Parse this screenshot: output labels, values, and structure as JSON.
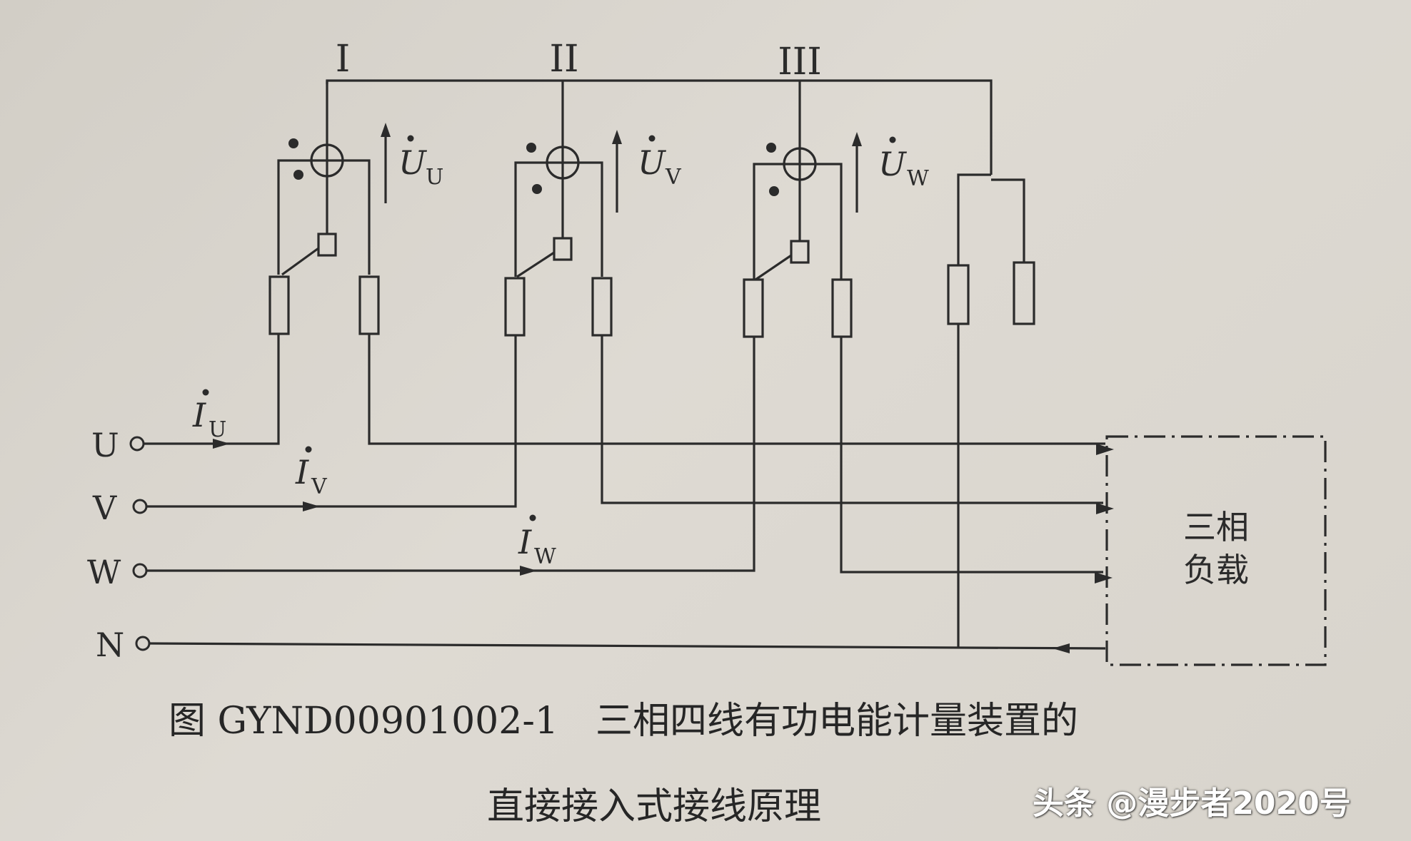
{
  "diagram": {
    "meter_elements": [
      {
        "roman": "I",
        "voltage_symbol": "U",
        "voltage_sub": "U"
      },
      {
        "roman": "II",
        "voltage_symbol": "U",
        "voltage_sub": "V"
      },
      {
        "roman": "III",
        "voltage_symbol": "U",
        "voltage_sub": "W"
      }
    ],
    "terminals": [
      "U",
      "V",
      "W",
      "N"
    ],
    "currents": [
      {
        "symbol": "I",
        "sub": "U"
      },
      {
        "symbol": "I",
        "sub": "V"
      },
      {
        "symbol": "I",
        "sub": "W"
      }
    ],
    "load_box": {
      "line1": "三相",
      "line2": "负载"
    }
  },
  "caption": {
    "line1": "图 GYND00901002-1　三相四线有功电能计量装置的",
    "line2": "直接接入式接线原理"
  },
  "watermark": "头条 @漫步者2020号",
  "colors": {
    "ink": "#2b2b2b",
    "paper": "#d9d5ce",
    "watermark": "#ffffff"
  }
}
